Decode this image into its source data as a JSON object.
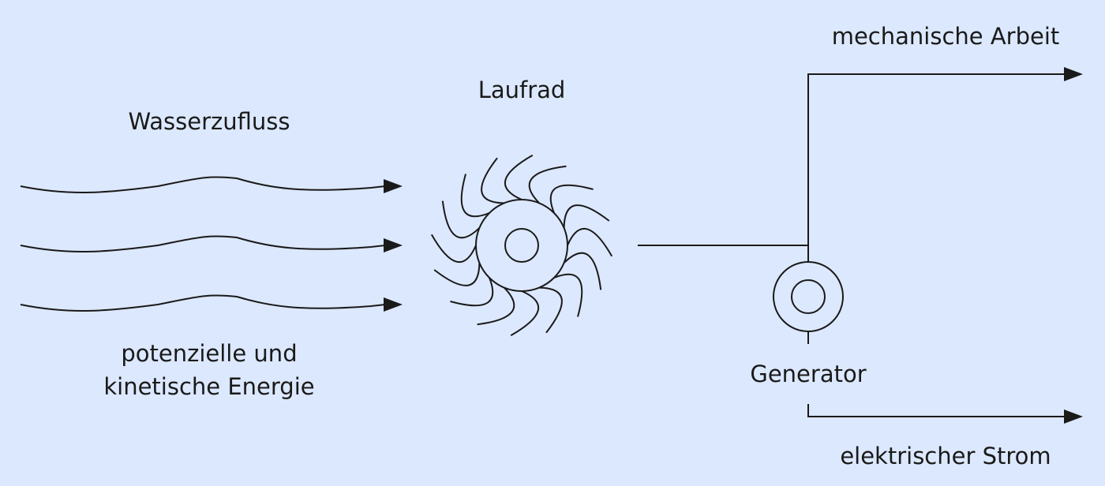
{
  "diagram": {
    "labels": {
      "water_inflow": "Wasserzufluss",
      "energy_line1": "potenzielle und",
      "energy_line2": "kinetische Energie",
      "impeller": "Laufrad",
      "mechanical_work": "mechanische Arbeit",
      "generator": "Generator",
      "electric_current": "elektrischer Strom"
    },
    "colors": {
      "background": "#dce8fd",
      "line": "#1a1a1a"
    }
  }
}
